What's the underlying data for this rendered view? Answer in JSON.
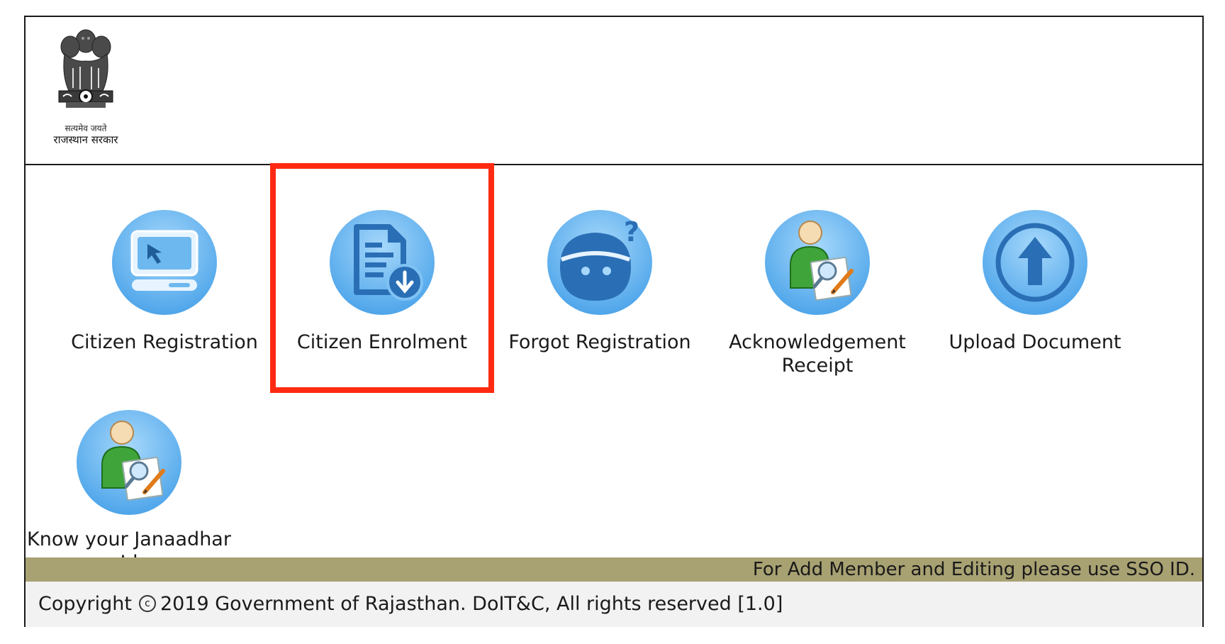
{
  "header": {
    "emblem_motto": "सत्यमेव जयते",
    "emblem_name": "राजस्थान सरकार"
  },
  "tiles": [
    {
      "label": "Citizen Registration",
      "icon": "computer-icon"
    },
    {
      "label": "Citizen Enrolment",
      "icon": "document-download-icon"
    },
    {
      "label": "Forgot Registration",
      "icon": "face-question-icon"
    },
    {
      "label": "Acknowledgement Receipt",
      "icon": "user-document-search-icon"
    },
    {
      "label": "Upload Document",
      "icon": "upload-arrow-icon"
    },
    {
      "label": "Know your Janaadhar Id",
      "icon": "user-document-search-icon"
    }
  ],
  "notice": {
    "text": "For Add Member and Editing please use SSO ID."
  },
  "footer": {
    "copyright_word": "Copyright",
    "copyright_symbol": "c",
    "copyright_text": "2019 Government of Rajasthan. DoIT&C, All rights reserved [1.0]"
  },
  "colors": {
    "icon_circle": "#5aaef0",
    "icon_circle_light": "#9ad0f7",
    "icon_glyph": "#2a6fb5",
    "highlight": "#ff2a12",
    "notice_bar": "#a8a172",
    "footer_bg": "#f2f2f2"
  }
}
